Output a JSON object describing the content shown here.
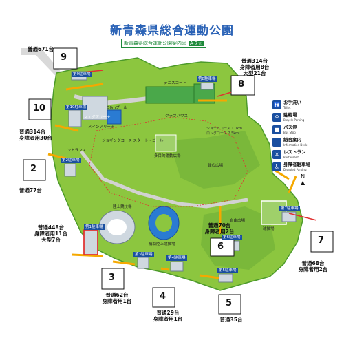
{
  "title": "新青森県総合運動公園",
  "subtitle": "新青森県総合運動公園案内図",
  "subtitle_tag": "A-7☆",
  "colors": {
    "park": "#8cc63f",
    "park_dark": "#4c9a2a",
    "route": "#f5a800",
    "road": "#d2d2d2",
    "water": "#2a7bd2",
    "building": "#cfd8e0",
    "title": "#2a62b6"
  },
  "lots": [
    {
      "id": "9",
      "count": "普通671台",
      "icon": "callout-9"
    },
    {
      "id": "8",
      "count": "普通314台",
      "count2": "身障者用8台",
      "count3": "大型21台",
      "icon": "callout-8"
    },
    {
      "id": "10",
      "count": "普通314台",
      "count2": "身障者用30台",
      "icon": "callout-10"
    },
    {
      "id": "2",
      "count": "普通77台",
      "icon": "callout-2"
    },
    {
      "id": "1",
      "count": "普通448台",
      "count2": "身障者用11台",
      "count3": "大型7台",
      "icon": "callout-1"
    },
    {
      "id": "3",
      "count": "普通62台",
      "count2": "身障者用1台",
      "icon": "callout-3"
    },
    {
      "id": "4",
      "count": "普通29台",
      "count2": "身障者用1台",
      "icon": "callout-4"
    },
    {
      "id": "5",
      "count": "普通35台",
      "icon": "callout-5"
    },
    {
      "id": "6",
      "count": "普通70台",
      "count2": "身障者用2台",
      "icon": "callout-6"
    },
    {
      "id": "7",
      "count": "普通68台",
      "count2": "身障者用2台",
      "icon": "callout-7"
    }
  ],
  "legend": [
    {
      "jp": "お手洗い",
      "en": "Toilet",
      "icon": "toilet-icon"
    },
    {
      "jp": "駐輪場",
      "en": "Bicycle Parking",
      "icon": "bicycle-icon"
    },
    {
      "jp": "バス停",
      "en": "Bus Stop",
      "icon": "bus-icon"
    },
    {
      "jp": "総合案内",
      "en": "Information Desk",
      "icon": "info-icon"
    },
    {
      "jp": "レストラン",
      "en": "Restaurant",
      "icon": "restaurant-icon"
    },
    {
      "jp": "身障者駐車場",
      "en": "Disabled Parking",
      "icon": "wheelchair-icon"
    }
  ],
  "courses": [
    "ショートコース 1.0km",
    "ロングコース 2.5km"
  ],
  "compass": "N",
  "map_labels": {
    "main_arena": "メインアリーナ",
    "arena_sign": "マエダアリーナ",
    "pool": "50mプール",
    "stadium": "陸上競技場",
    "sub_field": "補助陸上競技場",
    "baseball": "球技場",
    "tennis": "テニスコート",
    "jogging": "ジョギングコース スタート・ゴール",
    "multi_field": "多目的運動広場",
    "green_field": "緑の広場",
    "club_house": "クラブハウス",
    "free_field": "自由広場",
    "welcome": "エントランス",
    "parking_1": "第1駐車場",
    "parking_2": "第2駐車場",
    "parking_3": "第3駐車場",
    "parking_4": "第4駐車場",
    "parking_5": "第5駐車場",
    "parking_6": "第6駐車場",
    "parking_7": "第7駐車場",
    "parking_8": "第8駐車場",
    "parking_9": "第9駐車場",
    "parking_10": "第10駐車場"
  }
}
